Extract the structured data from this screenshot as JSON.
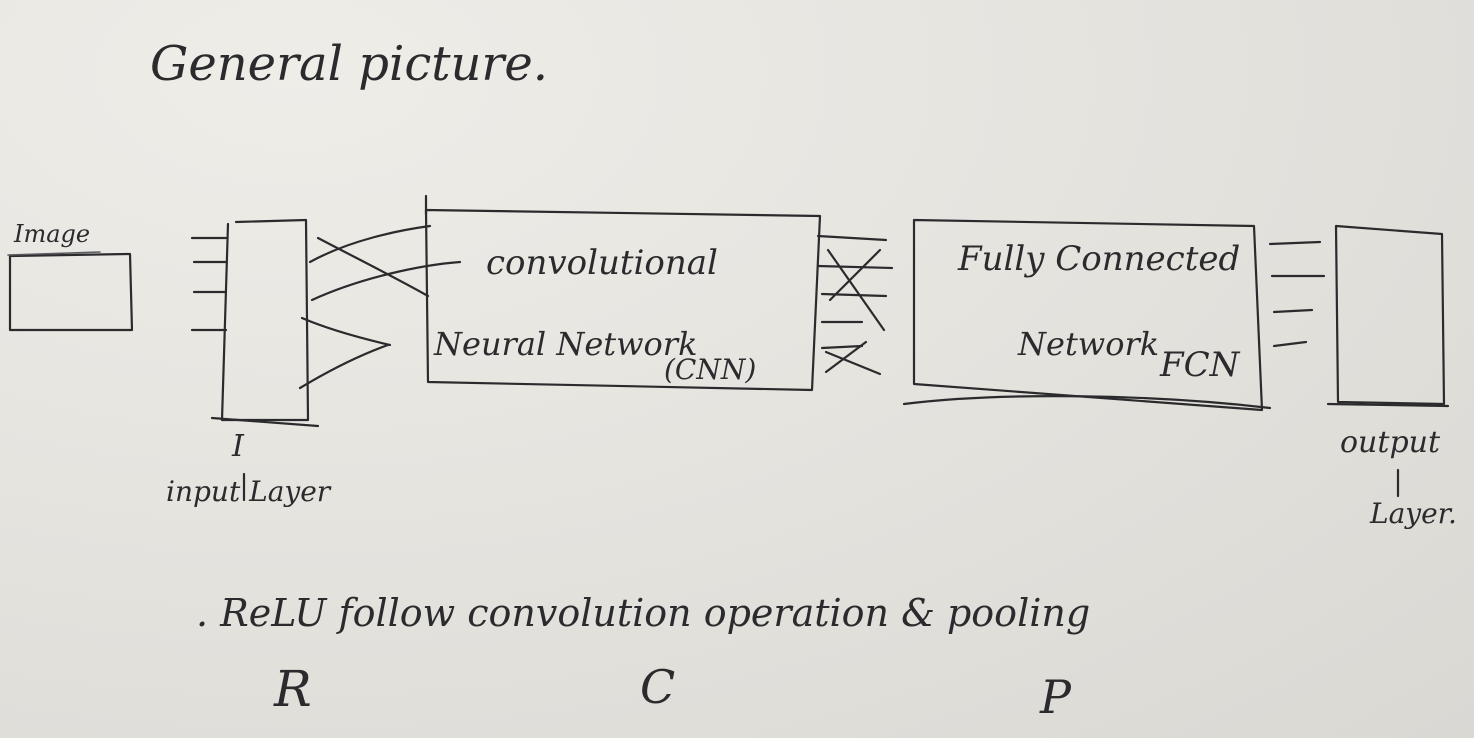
{
  "title": "General picture.",
  "boxes": {
    "image": "Image",
    "cnn_line1": "convolutional",
    "cnn_line2": "Neural Network",
    "cnn_abbr": "(CNN)",
    "fcn_line1": "Fully Connected",
    "fcn_line2": "Network",
    "fcn_abbr": "FCN"
  },
  "labels": {
    "input_symbol": "I",
    "input_layer": "input Layer",
    "output_line1": "output",
    "output_line2": "Layer."
  },
  "note": {
    "text": ". ReLU follow convolution operation & pooling",
    "letter_r": "R",
    "letter_c": "C",
    "letter_p": "P"
  },
  "colors": {
    "ink": "#2b2b2e",
    "board": "#e6e4df"
  }
}
